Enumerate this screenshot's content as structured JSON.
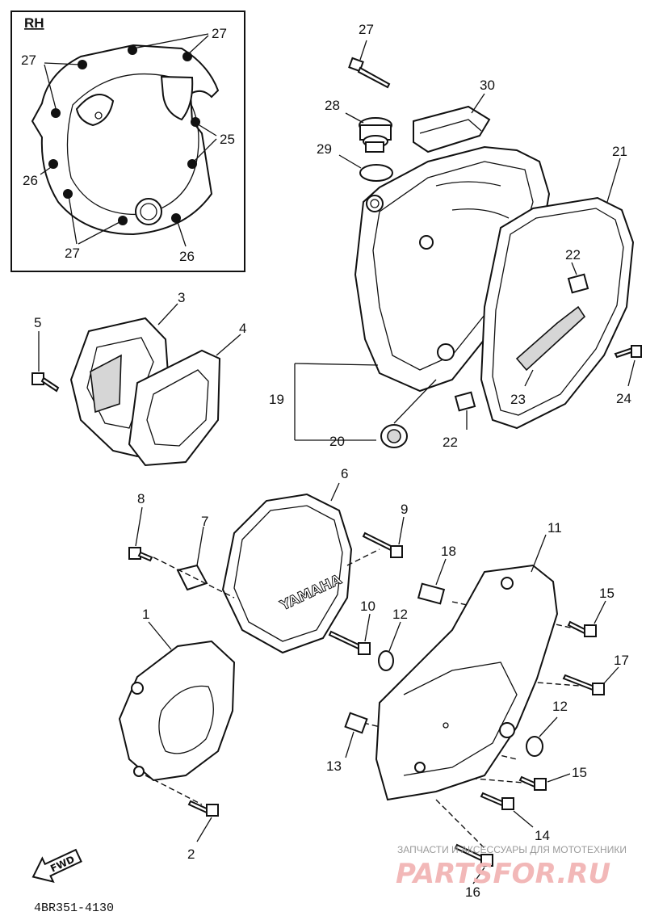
{
  "diagram": {
    "inset_label": "RH",
    "drawing_code": "4BR351-4130",
    "brand_text": "YAMAHA",
    "fwd_label": "FWD",
    "watermark": {
      "top_text": "ЗАПЧАСТИ И АКСЕССУАРЫ ДЛЯ МОТОТЕХНИКИ",
      "logo_text": "PARTSFOR.RU"
    },
    "inset_callouts": [
      "27",
      "27",
      "25",
      "26",
      "27",
      "26"
    ],
    "callouts": [
      "27",
      "28",
      "29",
      "30",
      "21",
      "22",
      "22",
      "23",
      "24",
      "19",
      "20",
      "3",
      "4",
      "5",
      "6",
      "7",
      "8",
      "9",
      "1",
      "2",
      "10",
      "11",
      "12",
      "12",
      "13",
      "14",
      "15",
      "15",
      "16",
      "17",
      "18"
    ]
  }
}
